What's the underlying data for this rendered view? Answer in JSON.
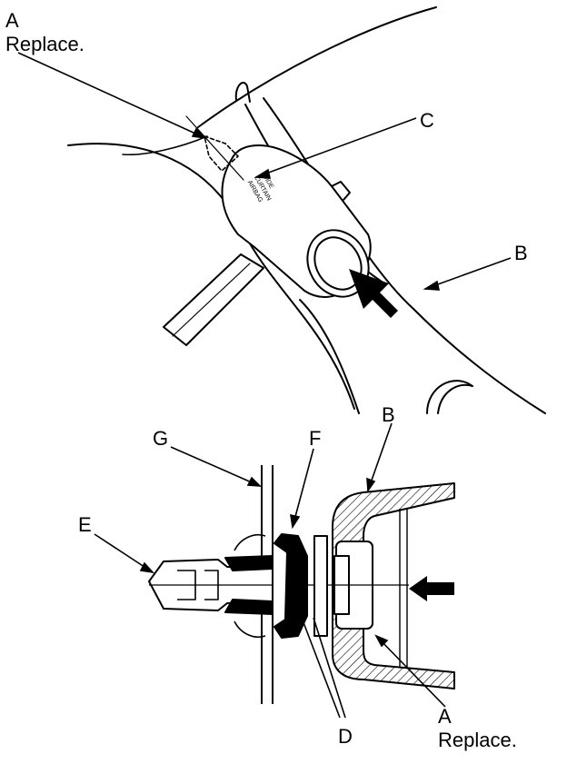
{
  "labels": {
    "a_top_letter": "A",
    "a_top_text": "Replace.",
    "c": "C",
    "b_top": "B",
    "b_bottom": "B",
    "g": "G",
    "f": "F",
    "e": "E",
    "d": "D",
    "a_bottom_letter": "A",
    "a_bottom_text": "Replace."
  },
  "cover_text": [
    "SIDE",
    "CURTAIN",
    "AIRBAG"
  ],
  "colors": {
    "line": "#000000",
    "background": "#ffffff"
  }
}
